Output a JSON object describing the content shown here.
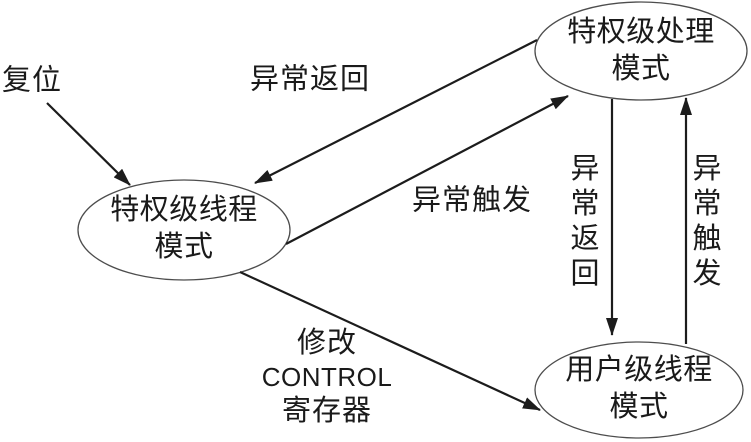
{
  "nodes": [
    {
      "id": "privileged-thread-mode",
      "line1": "特权级线程",
      "line2": "模式"
    },
    {
      "id": "privileged-handler-mode",
      "line1": "特权级处理",
      "line2": "模式"
    },
    {
      "id": "user-thread-mode",
      "line1": "用户级线程",
      "line2": "模式"
    }
  ],
  "edge_labels": {
    "reset": "复位",
    "exception_return_horizontal": "异常返回",
    "exception_trigger_horizontal": "异常触发",
    "exception_return_vertical": [
      "异",
      "常",
      "返",
      "回"
    ],
    "exception_trigger_vertical": [
      "异",
      "常",
      "触",
      "发"
    ],
    "modify_control": [
      "修改",
      "CONTROL",
      "寄存器"
    ]
  },
  "colors": {
    "background": "#ffffff",
    "text": "#1a1a1a",
    "arrow_stroke": "#1c1c1c",
    "ellipse_stroke": "#4d4d4d",
    "ellipse_fill": "#ffffff"
  }
}
